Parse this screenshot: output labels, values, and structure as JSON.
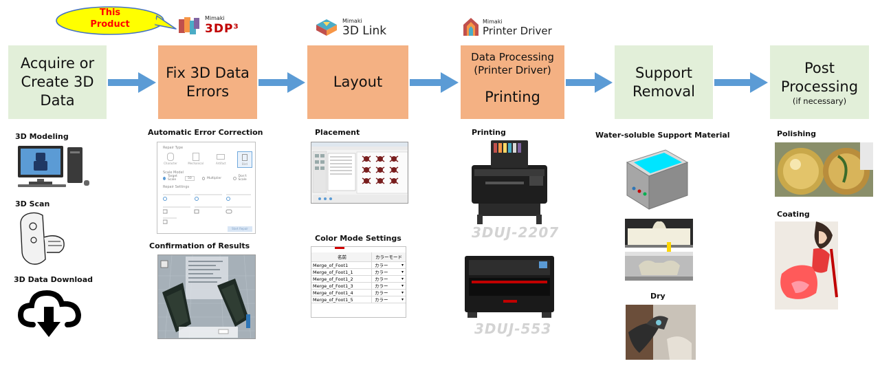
{
  "callout": {
    "line1": "This",
    "line2": "Product"
  },
  "logos": {
    "p3": {
      "brand": "Mimaki",
      "name": "3DP³"
    },
    "link": {
      "brand": "Mimaki",
      "name": "3D Link"
    },
    "driver": {
      "brand": "Mimaki",
      "name": "Printer Driver"
    }
  },
  "stages": {
    "acquire": {
      "lines": [
        "Acquire or",
        "Create 3D",
        "Data"
      ]
    },
    "fix": {
      "lines": [
        "Fix 3D Data",
        "Errors"
      ]
    },
    "layout": {
      "label": "Layout"
    },
    "printing": {
      "line1": "Data Processing",
      "line2": "(Printer Driver)",
      "line3": "Printing"
    },
    "support": {
      "lines": [
        "Support",
        "Removal"
      ]
    },
    "post": {
      "lines": [
        "Post",
        "Processing"
      ],
      "note": "(if necessary)"
    }
  },
  "captions": {
    "modeling": "3D Modeling",
    "scan": "3D Scan",
    "download": "3D Data Download",
    "auto_error": "Automatic Error Correction",
    "confirm": "Confirmation of Results",
    "placement": "Placement",
    "color_mode": "Color Mode Settings",
    "printing": "Printing",
    "water_support": "Water-soluble Support Material",
    "dry": "Dry",
    "polishing": "Polishing",
    "coating": "Coating"
  },
  "printers": {
    "p1": "3DUJ-2207",
    "p2": "3DUJ-553"
  },
  "repair_window": {
    "repair_type": "Repair Type",
    "types": [
      "Character",
      "Mechanical",
      "Artifact",
      "Bird"
    ],
    "scale_model": "Scale Model",
    "target_scale": "Target Scale",
    "scale_value": "50",
    "multiplier": "Multiplier",
    "dont_scale": "Don't Scale",
    "repair_settings": "Repair Settings",
    "button": "Start Repair"
  },
  "color_table": {
    "col_name": "名前",
    "col_mode": "カラーモード",
    "rows": [
      {
        "name": "Merge_of_Foot1",
        "mode": "カラー"
      },
      {
        "name": "Merge_of_Foot1_1",
        "mode": "カラー"
      },
      {
        "name": "Merge_of_Foot1_2",
        "mode": "カラー"
      },
      {
        "name": "Merge_of_Foot1_3",
        "mode": "カラー"
      },
      {
        "name": "Merge_of_Foot1_4",
        "mode": "カラー"
      },
      {
        "name": "Merge_of_Foot1_5",
        "mode": "カラー"
      }
    ]
  },
  "colors": {
    "green_box": "#e2efd9",
    "orange_box": "#f4b183",
    "arrow": "#5b9bd5",
    "callout_fill": "#ffff00",
    "callout_text": "#ff0000"
  }
}
